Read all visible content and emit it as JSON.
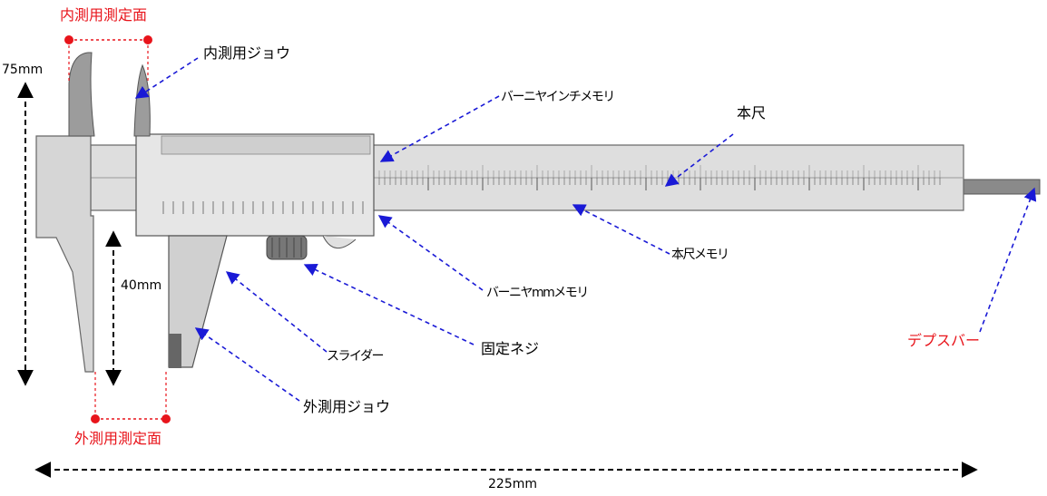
{
  "labels": {
    "inner_measuring_face": "内測用測定面",
    "inner_jaw": "内測用ジョウ",
    "vernier_inch_scale": "バーニヤインチメモリ",
    "main_scale": "本尺",
    "main_scale_marks": "本尺メモリ",
    "vernier_mm_scale": "バーニヤmmメモリ",
    "slider": "スライダー",
    "lock_screw": "固定ネジ",
    "depth_bar": "デプスバー",
    "outer_jaw": "外測用ジョウ",
    "outer_measuring_face": "外測用測定面"
  },
  "dimensions": {
    "inner_jaw_length": "75mm",
    "outer_jaw_length": "40mm",
    "total_length": "225mm"
  },
  "colors": {
    "highlight_red": "#e8141b",
    "leader_blue": "#1a1ad6",
    "caliper_steel": "#d9d9d9"
  }
}
